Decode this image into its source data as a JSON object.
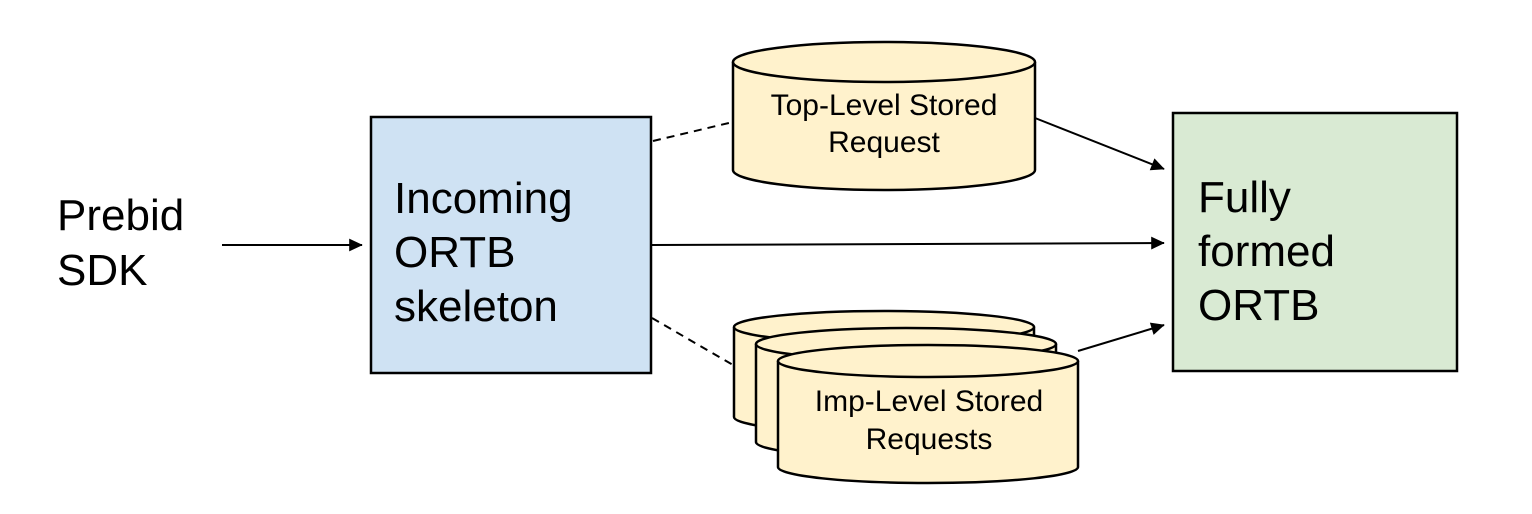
{
  "diagram": {
    "colors": {
      "background": "#ffffff",
      "stroke": "#000000",
      "text": "#000000",
      "incoming_box_fill": "#cfe2f3",
      "stored_request_fill": "#fff2cc",
      "fully_formed_fill": "#d9ead3"
    },
    "nodes": {
      "prebid_sdk": {
        "label": "Prebid SDK",
        "lines": [
          "Prebid",
          "SDK"
        ]
      },
      "incoming_ortb_skeleton": {
        "label": "Incoming ORTB skeleton",
        "lines": [
          "Incoming",
          "ORTB",
          "skeleton"
        ],
        "fill": "#cfe2f3"
      },
      "top_level_stored_request": {
        "label": "Top-Level Stored Request",
        "lines": [
          "Top-Level Stored",
          "Request"
        ],
        "fill": "#fff2cc"
      },
      "imp_level_stored_requests": {
        "label": "Imp-Level Stored Requests",
        "lines": [
          "Imp-Level Stored",
          "Requests"
        ],
        "fill": "#fff2cc"
      },
      "fully_formed_ortb": {
        "label": "Fully formed ORTB",
        "lines": [
          "Fully",
          "formed",
          "ORTB"
        ],
        "fill": "#d9ead3"
      }
    },
    "edges": [
      {
        "from": "prebid_sdk",
        "to": "incoming_ortb_skeleton",
        "style": "solid",
        "arrow": true
      },
      {
        "from": "incoming_ortb_skeleton",
        "to": "top_level_stored_request",
        "style": "dashed",
        "arrow": false
      },
      {
        "from": "incoming_ortb_skeleton",
        "to": "imp_level_stored_requests",
        "style": "dashed",
        "arrow": false
      },
      {
        "from": "incoming_ortb_skeleton",
        "to": "fully_formed_ortb",
        "style": "solid",
        "arrow": true
      },
      {
        "from": "top_level_stored_request",
        "to": "fully_formed_ortb",
        "style": "solid",
        "arrow": true
      },
      {
        "from": "imp_level_stored_requests",
        "to": "fully_formed_ortb",
        "style": "solid",
        "arrow": true
      }
    ]
  }
}
